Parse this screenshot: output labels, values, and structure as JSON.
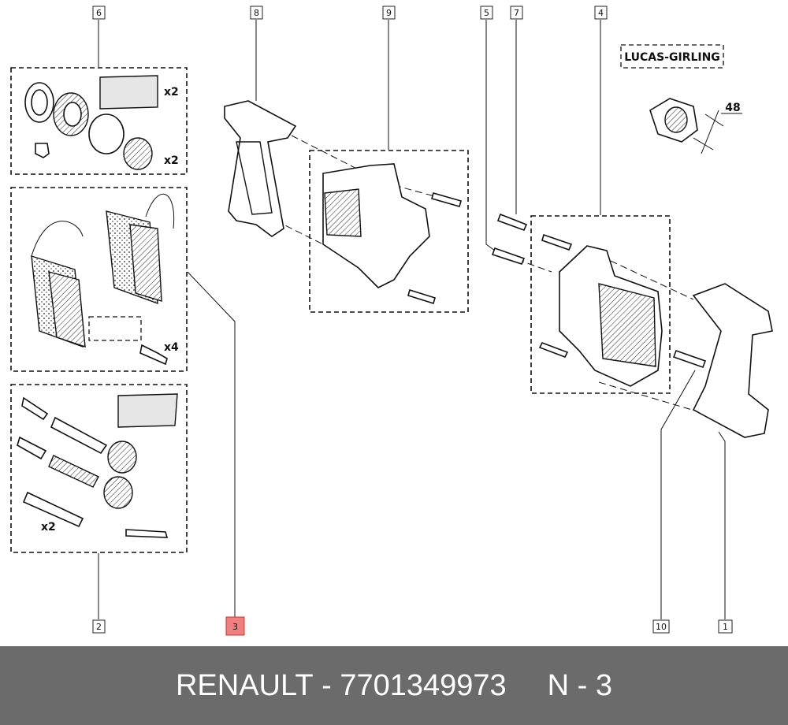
{
  "callouts": [
    {
      "id": "c6",
      "label": "6"
    },
    {
      "id": "c8",
      "label": "8"
    },
    {
      "id": "c9",
      "label": "9"
    },
    {
      "id": "c5",
      "label": "5"
    },
    {
      "id": "c7",
      "label": "7"
    },
    {
      "id": "c4",
      "label": "4"
    },
    {
      "id": "c2",
      "label": "2"
    },
    {
      "id": "c3",
      "label": "3",
      "highlighted": true
    },
    {
      "id": "c10",
      "label": "10"
    },
    {
      "id": "c1",
      "label": "1"
    }
  ],
  "brand_label": "LUCAS-GIRLING",
  "dimension_label": "48",
  "quantity_labels": {
    "seals_kit": "x2",
    "boots": "x2",
    "pad_bolts": "x4",
    "guide_pins": "x2"
  },
  "footer": {
    "brand": "RENAULT",
    "separator": "-",
    "part_number": "7701349973",
    "position": "N - 3"
  },
  "colors": {
    "footer_bg": "#6b6b6b",
    "highlight": "#f08080"
  }
}
